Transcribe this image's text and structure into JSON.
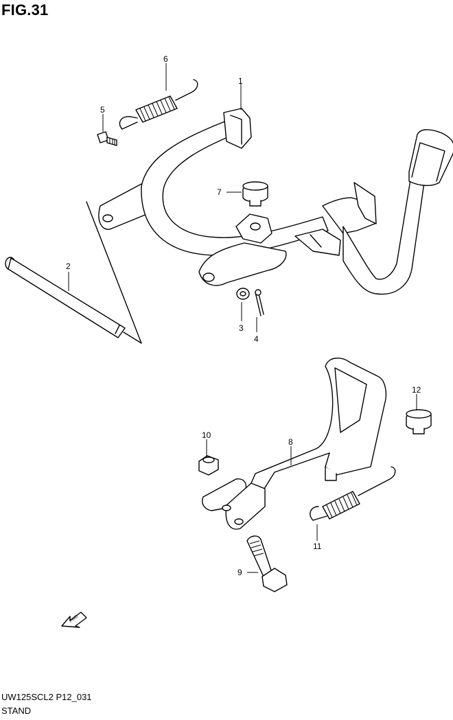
{
  "figure": {
    "title": "FIG.31"
  },
  "callouts": [
    {
      "id": "callout-1",
      "label": "1"
    },
    {
      "id": "callout-2",
      "label": "2"
    },
    {
      "id": "callout-3",
      "label": "3"
    },
    {
      "id": "callout-4",
      "label": "4"
    },
    {
      "id": "callout-5",
      "label": "5"
    },
    {
      "id": "callout-6",
      "label": "6"
    },
    {
      "id": "callout-7",
      "label": "7"
    },
    {
      "id": "callout-8",
      "label": "8"
    },
    {
      "id": "callout-9",
      "label": "9"
    },
    {
      "id": "callout-10",
      "label": "10"
    },
    {
      "id": "callout-11",
      "label": "11"
    },
    {
      "id": "callout-12",
      "label": "12"
    }
  ],
  "direction_arrow": {
    "label": "FWD"
  },
  "footer": {
    "model_code": "UW125SCL2 P12_031",
    "section": "STAND"
  }
}
